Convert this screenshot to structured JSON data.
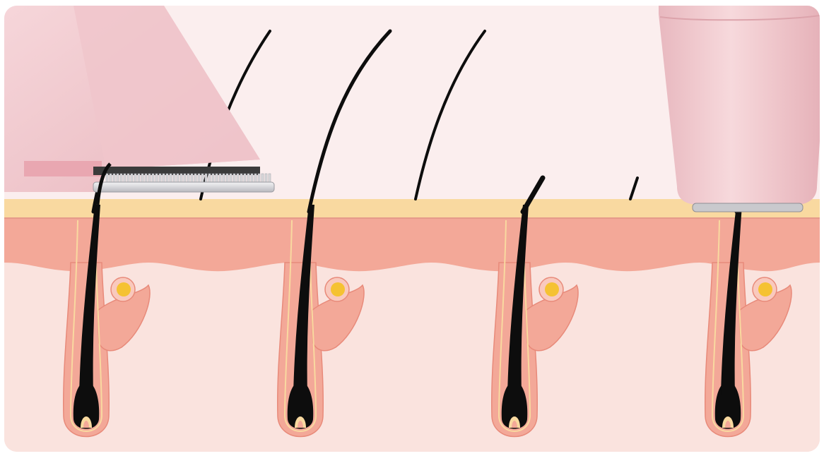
{
  "colors": {
    "background": "#fbeeee",
    "epidermis": "#f9d9a0",
    "upper_dermis": "#f3a898",
    "lower_dermis": "#fae3de",
    "follicle": "#f3a898",
    "follicle_edge": "#e88a7a",
    "hair": "#0d0d0d",
    "sebaceous_gland": "#f5c232",
    "device_body": "#f2c9ce",
    "device_shade": "#e7b2b9",
    "blade_metal": "#d9d9dc"
  },
  "icons": {
    "left_device": "trimmer-head-icon",
    "right_device": "shaver-head-icon"
  },
  "follicles": [
    {
      "name": "follicle-1",
      "hair_state": "long-hair-under-trimmer",
      "gland": true
    },
    {
      "name": "follicle-2",
      "hair_state": "long-hair",
      "gland": true
    },
    {
      "name": "follicle-3",
      "hair_state": "hair-cut-short",
      "gland": true
    },
    {
      "name": "follicle-4",
      "hair_state": "hair-under-shaver",
      "gland": true
    }
  ]
}
